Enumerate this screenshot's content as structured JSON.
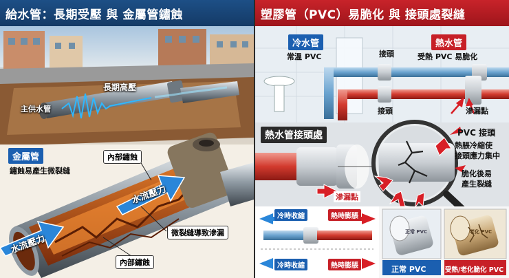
{
  "left": {
    "title": "給水管：長期受壓 與 金屬管鏽蝕",
    "top_scene": {
      "main_pipe_label": "主供水管",
      "pressure_label": "長期高壓"
    },
    "metal_pipe": {
      "heading": "金屬管",
      "description": "鏽蝕易產生微裂縫",
      "inner_rust_top": "內部鏽蝕",
      "inner_rust_bottom": "內部鏽蝕",
      "flow_pressure_1": "水流壓力",
      "flow_pressure_2": "水流壓力",
      "microcrack_label": "微裂縫導致滲漏"
    }
  },
  "right": {
    "title": "塑膠管（PVC）易脆化 與 接頭處裂縫",
    "cold_pipe": {
      "heading": "冷水管",
      "desc": "常溫 PVC"
    },
    "hot_pipe": {
      "heading": "熱水管",
      "desc": "受熱 PVC 易脆化"
    },
    "joint_label_1": "接頭",
    "joint_label_2": "接頭",
    "leak_point_1": "滲漏點",
    "hot_joint_heading": "熱水管接頭處",
    "leak_point_2": "滲漏點",
    "callout": {
      "line1": "PVC 接頭",
      "line2": "熱脹冷縮使",
      "line3": "接頭應力集中",
      "line4": "脆化後易",
      "line5": "產生裂縫"
    },
    "expansion": {
      "cold_contract_1": "冷時收縮",
      "hot_expand_1": "熱時膨脹",
      "cold_contract_2": "冷時收縮",
      "hot_expand_2": "熱時膨脹"
    },
    "comparison": {
      "normal_label": "正常 PVC",
      "aged_label": "受熱/老化脆化 PVC",
      "normal_pipe_print": "正常 PVC",
      "aged_pipe_print": "老化 PVC"
    }
  },
  "colors": {
    "left_header": "#1d4f86",
    "right_header": "#c8232a",
    "rust": "#c4561c",
    "hot_pipe": "#d23a2e",
    "cold_pipe": "#6aa3cf"
  }
}
